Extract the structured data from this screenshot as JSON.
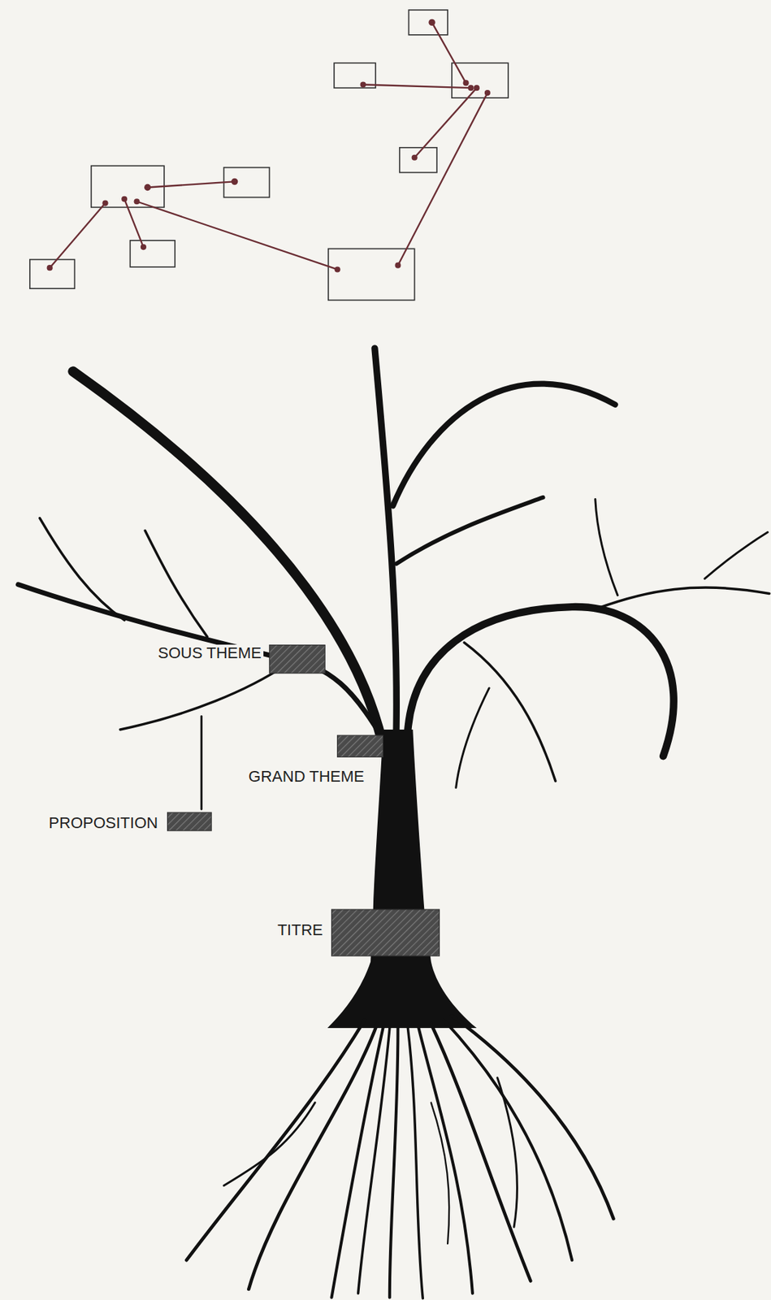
{
  "diagram": {
    "labels": [
      "SOUS THEME",
      "GRAND THEME",
      "PROPOSITION",
      "TITRE"
    ]
  }
}
